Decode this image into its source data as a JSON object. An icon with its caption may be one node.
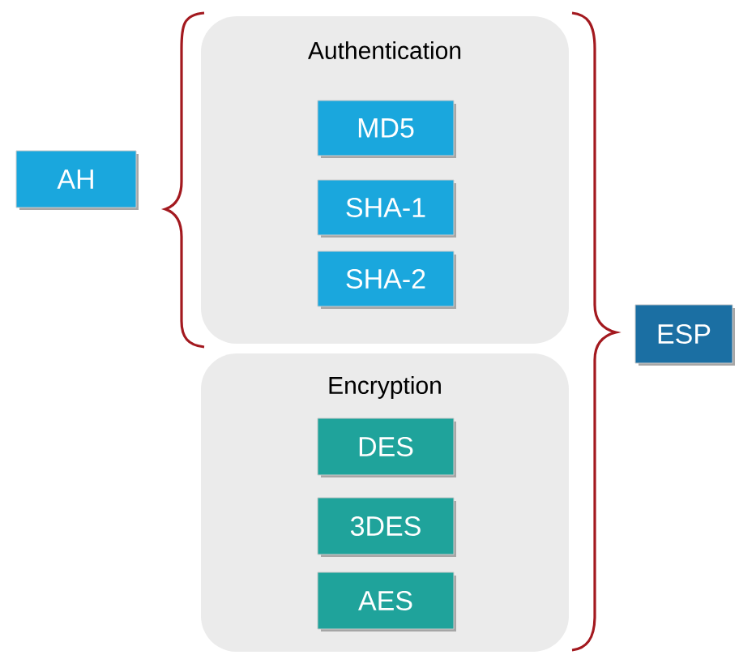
{
  "diagram": {
    "nodes": [
      {
        "text": [
          "AH"
        ]
      },
      {
        "text": [
          "Authentication"
        ]
      },
      {
        "text": [
          "MD5"
        ],
        "in": 1
      },
      {
        "text": [
          "SHA-1"
        ],
        "in": 1
      },
      {
        "text": [
          "SHA-2"
        ],
        "in": 1
      },
      {
        "text": [
          "Encryption"
        ]
      },
      {
        "text": [
          "DES"
        ],
        "in": 5
      },
      {
        "text": [
          "3DES"
        ],
        "in": 5
      },
      {
        "text": [
          "AES"
        ],
        "in": 5
      },
      {
        "text": [
          "ESP"
        ]
      }
    ]
  }
}
